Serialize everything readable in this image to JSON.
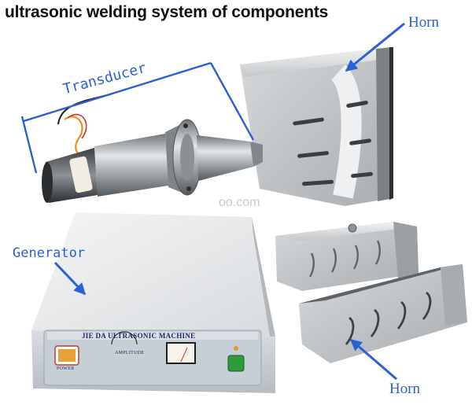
{
  "title": "ultrasonic welding system of  components",
  "labels": {
    "horn_top": "Horn",
    "transducer": "Transducer",
    "generator": "Generator",
    "horn_bottom": "Horn"
  },
  "generator_panel": {
    "brand": "JIE DA ULTRASONIC MACHINE",
    "amplitude": "AMPLITUDE",
    "power": "POWER"
  },
  "watermark": "oo.com",
  "colors": {
    "label_blue": "#2a5fd6",
    "horn_gray": "#c9ccce",
    "steel": "#9aa0a4",
    "generator_body": "#e9ebee",
    "generator_panel": "#c6d0d6",
    "power_button": "#2e9b3a"
  }
}
